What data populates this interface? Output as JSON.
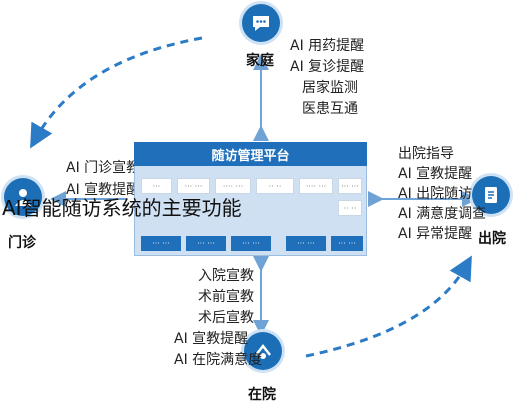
{
  "nodes": {
    "home": {
      "label": "家庭",
      "items": [
        "AI 用药提醒",
        "AI 复诊提醒",
        "居家监测",
        "医患互通"
      ]
    },
    "outpatient": {
      "label": "门诊",
      "items": [
        "AI 门诊宣教",
        "AI 宣教提醒"
      ]
    },
    "discharge": {
      "label": "出院",
      "items": [
        "出院指导",
        "AI 宣教提醒",
        "AI 出院随访",
        "AI 满意度调查",
        "AI 异常提醒"
      ]
    },
    "inpatient": {
      "label": "在院",
      "items": [
        "入院宣教",
        "术前宣教",
        "术后宣教",
        "AI 宣教提醒",
        "AI 在院满意度"
      ]
    }
  },
  "platform": {
    "title": "随访管理平台",
    "row1": [
      "···",
      "··· ···",
      "···· ···",
      "·· ··",
      "···· ···",
      "··· ···"
    ],
    "row2_extra": "·· ··",
    "buttons": [
      "··· ···",
      "··· ···",
      "··· ···",
      "··· ···",
      "··· ···"
    ]
  },
  "overlay_title": "AI智能随访系统的主要功能",
  "colors": {
    "accent": "#1f6fba",
    "panel": "#cfe0f3",
    "arrow": "#2b7bc7"
  }
}
